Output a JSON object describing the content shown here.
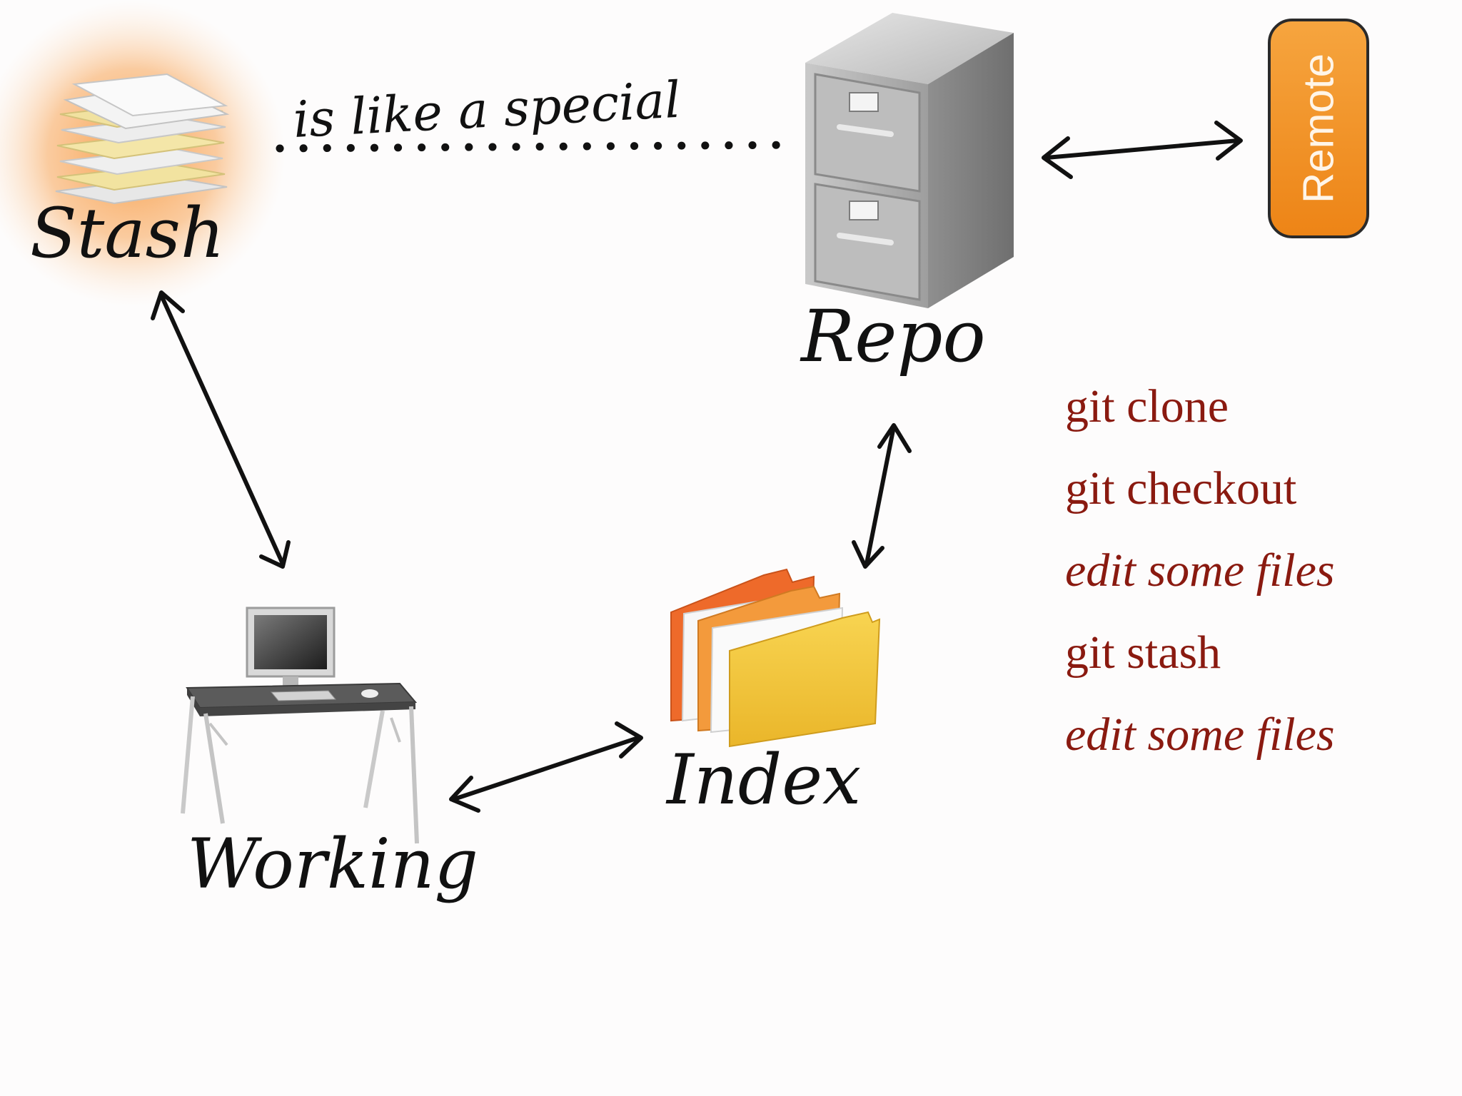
{
  "labels": {
    "stash": "Stash",
    "connector": "is like a special",
    "repo": "Repo",
    "remote": "Remote",
    "index": "Index",
    "working": "Working"
  },
  "commands": [
    {
      "text": "git clone",
      "italic": false
    },
    {
      "text": "git checkout",
      "italic": false
    },
    {
      "text": "edit some files",
      "italic": true
    },
    {
      "text": "git stash",
      "italic": false
    },
    {
      "text": "edit some files",
      "italic": true
    }
  ],
  "colors": {
    "command_text": "#8a1a10",
    "remote_box": "#f08a1c",
    "stash_glow": "#f7a65a",
    "folder_yellow": "#f3c437",
    "folder_orange": "#ee7a2e",
    "ink": "#111111"
  },
  "icons": {
    "stash": "paper-stack-icon",
    "repo": "filing-cabinet-icon",
    "remote": "remote-box",
    "index": "folders-icon",
    "working": "desk-computer-icon"
  }
}
